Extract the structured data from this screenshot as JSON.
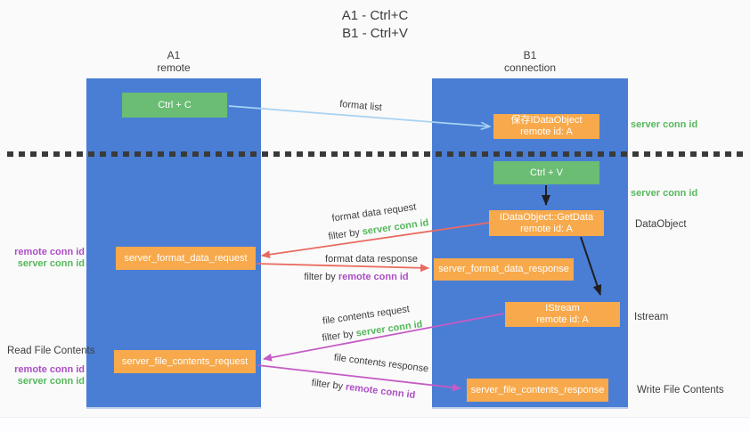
{
  "title": {
    "line1": "A1 - Ctrl+C",
    "line2": "B1 - Ctrl+V"
  },
  "lanes": {
    "left": {
      "name": "A1",
      "subtitle": "remote"
    },
    "right": {
      "name": "B1",
      "subtitle": "connection"
    }
  },
  "nodes": {
    "ctrl_c": {
      "label": "Ctrl + C"
    },
    "save_idataobject": {
      "line1": "保存IDataObject",
      "line2": "remote id: A"
    },
    "ctrl_v": {
      "label": "Ctrl + V"
    },
    "getdata": {
      "line1": "IDataObject::GetData",
      "line2": "remote id: A"
    },
    "format_request": {
      "label": "server_format_data_request"
    },
    "format_response": {
      "label": "server_format_data_response"
    },
    "istream": {
      "line1": "IStream",
      "line2": "remote id: A"
    },
    "file_request": {
      "label": "server_file_contents_request"
    },
    "file_response": {
      "label": "server_file_contents_response"
    }
  },
  "edge_labels": {
    "format_list": "format list",
    "format_data_request": "format data request",
    "format_data_response": "format data response",
    "file_contents_request": "file contents request",
    "file_contents_response": "file contents response",
    "filter_by": "filter by",
    "server_conn_id": "server conn id",
    "remote_conn_id": "remote conn id"
  },
  "side_labels": {
    "server_conn_top": "server conn id",
    "server_conn_mid": "server conn id",
    "dataobject": "DataObject",
    "istream": "Istream",
    "read_file": "Read File Contents",
    "write_file": "Write File Contents",
    "pair_format": {
      "remote": "remote conn id",
      "server": "server conn id"
    },
    "pair_file": {
      "remote": "remote conn id",
      "server": "server conn id"
    }
  },
  "colors": {
    "lane_blue": "#4a7ed5",
    "box_orange": "#f7a94b",
    "box_green": "#6abd72",
    "text_green": "#55b85c",
    "text_purple": "#ac4ec5",
    "arrow_salmon": "#e96b5f",
    "arrow_magenta": "#c55bc5",
    "arrow_lightblue": "#a8d2f2",
    "arrow_black": "#1f1f1f",
    "text_dark": "#3d3d3d",
    "background": "#fafafa"
  }
}
